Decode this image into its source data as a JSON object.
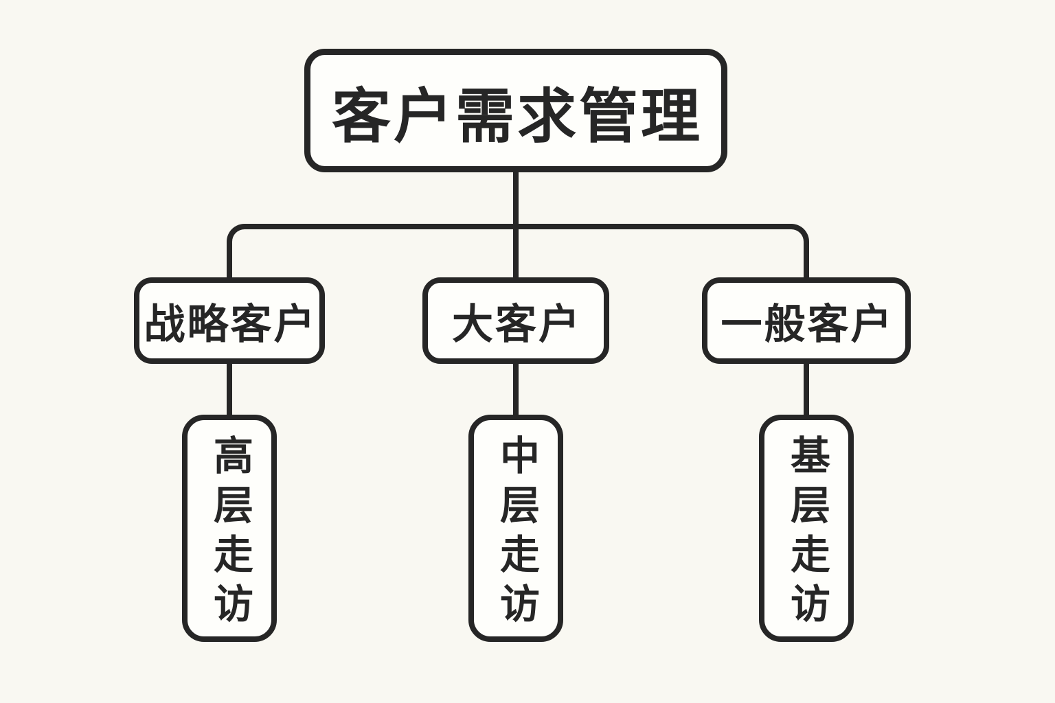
{
  "canvas": {
    "background_color": "#f9f8f2",
    "node_fill_color": "#fefefb",
    "line_color": "#262626",
    "text_color": "#262626"
  },
  "diagram": {
    "type": "org-chart",
    "root": {
      "label": "客户需求管理"
    },
    "branches": [
      {
        "label": "战略客户",
        "child": {
          "label": "高层走访"
        }
      },
      {
        "label": "大客户",
        "child": {
          "label": "中层走访"
        }
      },
      {
        "label": "一般客户",
        "child": {
          "label": "基层走访"
        }
      }
    ]
  }
}
